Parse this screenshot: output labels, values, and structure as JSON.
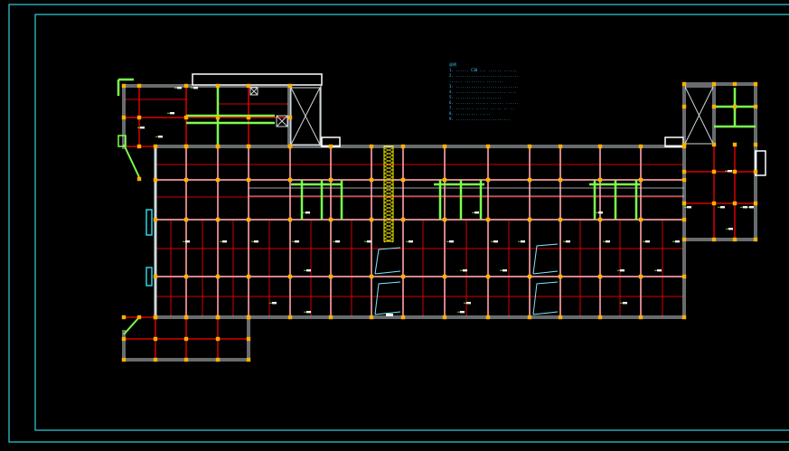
{
  "drawing": {
    "colors": {
      "background": "#000000",
      "border": "#2fd3e0",
      "beam": "#d80000",
      "wall": "#cfd8dc",
      "column": "#ffb000",
      "green": "#7cff4d",
      "yellow": "#d6d000",
      "note": "#3fc6ff"
    },
    "notes": [
      "说明",
      "1. ......  C30 ...  ......   ......",
      "2. .............................",
      "   ......  .........   ........",
      "3. .............................",
      "4. .......................  ....",
      "5. .....................",
      "6. ........   ......  ......  ......",
      "7. ........  ......  ..  ..  ..  ..",
      "8. ..........   .....",
      "9. ........................."
    ]
  }
}
